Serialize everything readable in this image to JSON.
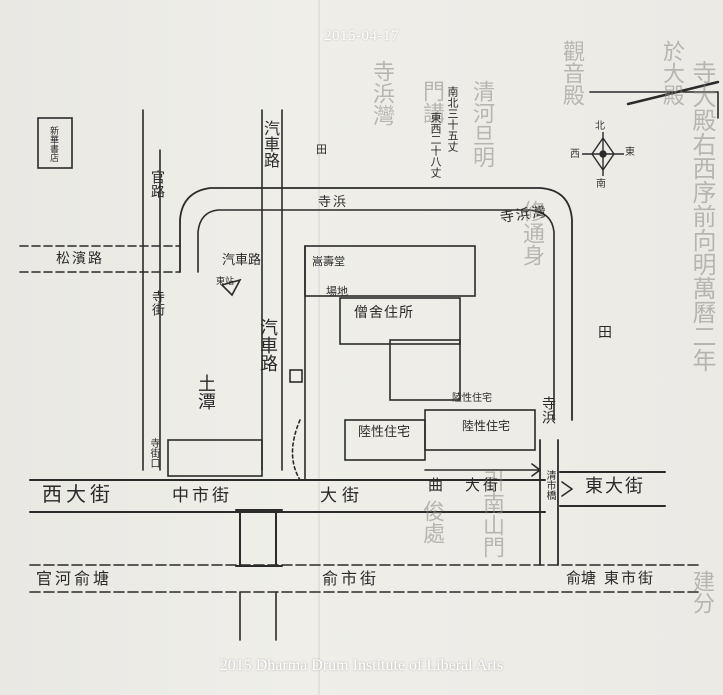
{
  "watermark": {
    "date": "2015-04-17",
    "credit": "2015 Dharma Drum Institute of Liberal Arts"
  },
  "map": {
    "compass": {
      "north": "北",
      "south": "南",
      "west": "西",
      "east": "東"
    },
    "streets": {
      "xi_da_jie": "西大街",
      "zhong_shi_jie": "中市街",
      "dong_da_jie": "東大街",
      "da_jie": "大街",
      "qu_jie": "曲",
      "da_jie_2": "大街",
      "guan_he_yu_jie": "官河俞塘",
      "yu_shi_jie": "俞市街",
      "yu_tang": "俞塘",
      "dong_shi_jie": "東市街",
      "song_bang_lu": "松濱路",
      "qiche_lu_top": "汽車路",
      "qiche_lu_mid": "汽車路",
      "qiche_lu_left": "汽車路",
      "guan_lu": "官路",
      "si_jie": "寺街",
      "si_bang_top": "寺浜",
      "si_bang_wan": "寺浜灣",
      "si_bang_right": "寺浜",
      "qingshi_qiao": "清市橋",
      "si_jie_kou": "寺街口",
      "tu_tan": "土潭"
    },
    "buildings": {
      "xinhua_shuju": "新華書店",
      "changtai": "嵩壽堂",
      "dong_zhan": "東站",
      "shi_di": "場地",
      "seng_she": "僧舍住所",
      "dong_chang": "陸性住宅",
      "lu_xing_zhu_zhai": "陸性住宅",
      "lu_xing_zhu_zhai_2": "陸性住宅",
      "tian_left": "田",
      "tian_right": "田"
    },
    "annotations": {
      "nan_bei": "南北三十五丈",
      "dong_xi": "東西二十八丈"
    },
    "faint_vertical_texts": [
      "寺大殿右西序前向明萬曆二年",
      "觀音殿",
      "修通身",
      "清河旦明",
      "門講",
      "引南山門",
      "建分",
      "於大殿",
      "寺浜灣",
      "俊處"
    ]
  }
}
